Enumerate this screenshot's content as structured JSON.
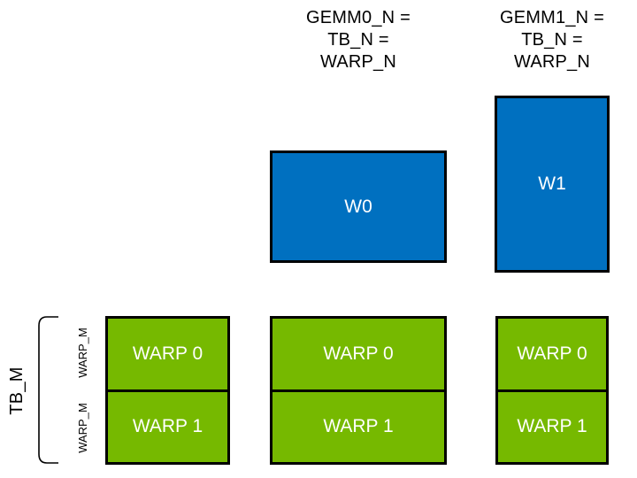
{
  "colors": {
    "tile_blue": "#0070C0",
    "warp_green": "#76B900",
    "border_black": "#000000",
    "text_dark": "#000000",
    "text_light": "#FFFFFF"
  },
  "headers": [
    {
      "lines": [
        "GEMM0_N =",
        "TB_N =",
        "WARP_N"
      ]
    },
    {
      "lines": [
        "GEMM1_N =",
        "TB_N =",
        "WARP_N"
      ]
    }
  ],
  "tiles": [
    {
      "label": "W0"
    },
    {
      "label": "W1"
    }
  ],
  "axis": {
    "tb_label": "TB_M",
    "warp_m_labels": [
      "WARP_M",
      "WARP_M"
    ]
  },
  "groups": [
    {
      "cells": [
        "WARP 0",
        "WARP 1"
      ]
    },
    {
      "cells": [
        "WARP 0",
        "WARP 1"
      ]
    },
    {
      "cells": [
        "WARP 0",
        "WARP 1"
      ]
    }
  ]
}
